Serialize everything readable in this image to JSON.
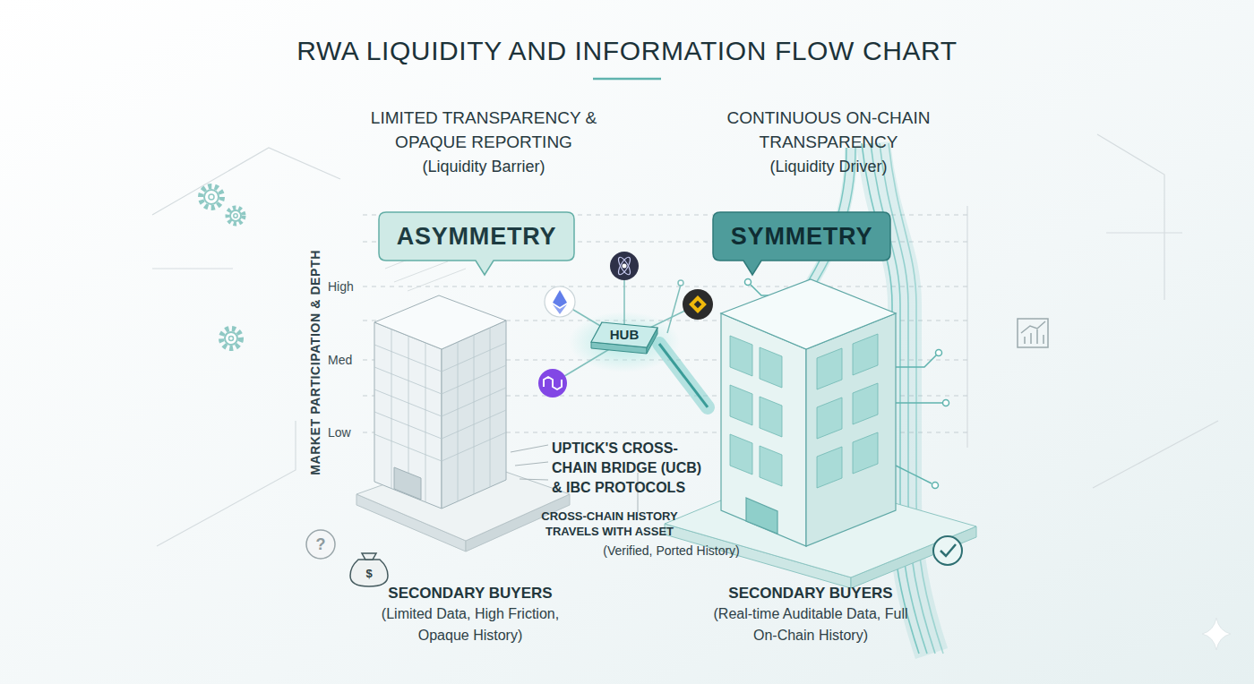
{
  "diagram": {
    "title": "RWA LIQUIDITY AND INFORMATION FLOW CHART",
    "nodes": [
      {
        "text": [
          "ASYMMETRY"
        ]
      },
      {
        "text": [
          "SYMMETRY"
        ]
      },
      {
        "text": [
          "HUB"
        ]
      },
      {
        "text": [
          "SECONDARY BUYERS",
          "(Limited Data, High Friction, Opaque History)"
        ]
      },
      {
        "text": [
          "SECONDARY BUYERS",
          "(Real-time Auditable Data, Full On-Chain History)"
        ]
      }
    ],
    "edges": [
      {
        "from": 2,
        "to": 4,
        "arrow": "none"
      }
    ],
    "labels": [
      "LIMITED TRANSPARENCY & OPAQUE REPORTING",
      "(Liquidity Barrier)",
      "CONTINUOUS ON-CHAIN TRANSPARENCY",
      "(Liquidity Driver)",
      "MARKET PARTICIPATION & DEPTH",
      "High",
      "Med",
      "Low",
      "UPTICK'S CROSS-CHAIN BRIDGE (UCB) & IBC PROTOCOLS",
      "CROSS-CHAIN HISTORY TRAVELS WITH ASSET",
      "(Verified, Ported History)",
      "?",
      "$"
    ]
  }
}
